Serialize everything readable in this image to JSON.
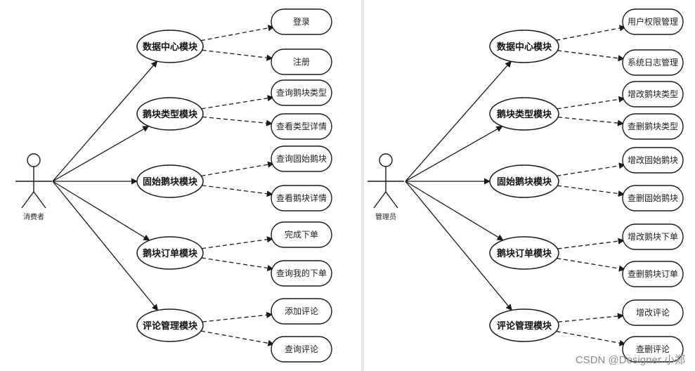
{
  "diagrams": [
    {
      "actor": {
        "label": "消费者"
      },
      "modules": [
        {
          "label": "数据中心模块",
          "actions": [
            "登录",
            "注册"
          ]
        },
        {
          "label": "鹅块类型模块",
          "actions": [
            "查询鹅块类型",
            "查看类型详情"
          ]
        },
        {
          "label": "固始鹅块模块",
          "actions": [
            "查询固始鹅块",
            "查看鹅块详情"
          ]
        },
        {
          "label": "鹅块订单模块",
          "actions": [
            "完成下单",
            "查询我的下单"
          ]
        },
        {
          "label": "评论管理模块",
          "actions": [
            "添加评论",
            "查询评论"
          ]
        }
      ]
    },
    {
      "actor": {
        "label": "管理员"
      },
      "modules": [
        {
          "label": "数据中心模块",
          "actions": [
            "用户权限管理",
            "系统日志管理"
          ]
        },
        {
          "label": "鹅块类型模块",
          "actions": [
            "增改鹅块类型",
            "查删鹅块类型"
          ]
        },
        {
          "label": "固始鹅块模块",
          "actions": [
            "增改固始鹅块",
            "查删固始鹅块"
          ]
        },
        {
          "label": "鹅块订单模块",
          "actions": [
            "增改鹅块下单",
            "查删鹅块订单"
          ]
        },
        {
          "label": "评论管理模块",
          "actions": [
            "增改评论",
            "查删评论"
          ]
        }
      ]
    }
  ],
  "watermark": "CSDN @Designer 小郑"
}
